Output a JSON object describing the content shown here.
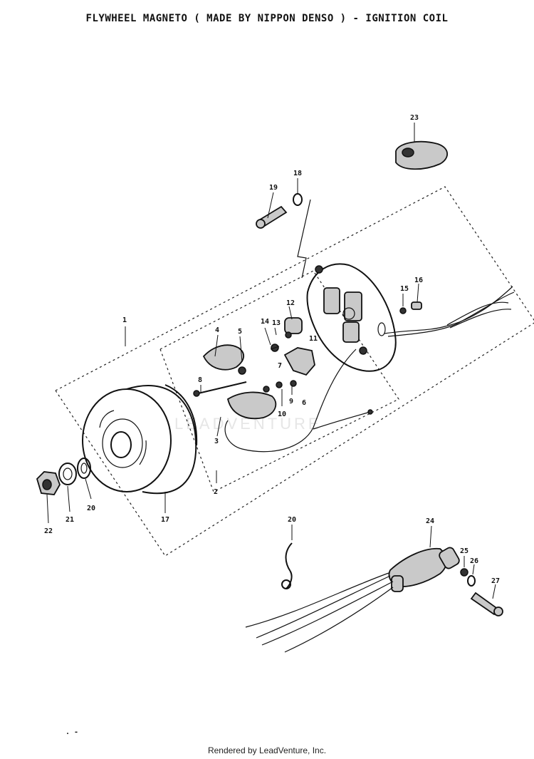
{
  "title": "FLYWHEEL MAGNETO ( MADE BY NIPPON DENSO ) - IGNITION COIL",
  "footer": "Rendered by LeadVenture, Inc.",
  "watermark": "LEADVENTURE",
  "callouts": {
    "c1": "1",
    "c2": "2",
    "c3": "3",
    "c4": "4",
    "c5": "5",
    "c6": "6",
    "c7": "7",
    "c8": "8",
    "c9": "9",
    "c10": "10",
    "c11": "11",
    "c12": "12",
    "c13": "13",
    "c14": "14",
    "c15": "15",
    "c16": "16",
    "c17": "17",
    "c18": "18",
    "c19": "19",
    "c20a": "20",
    "c20b": "20",
    "c21": "21",
    "c22": "22",
    "c23": "23",
    "c24": "24",
    "c25": "25",
    "c26": "26",
    "c27": "27"
  }
}
